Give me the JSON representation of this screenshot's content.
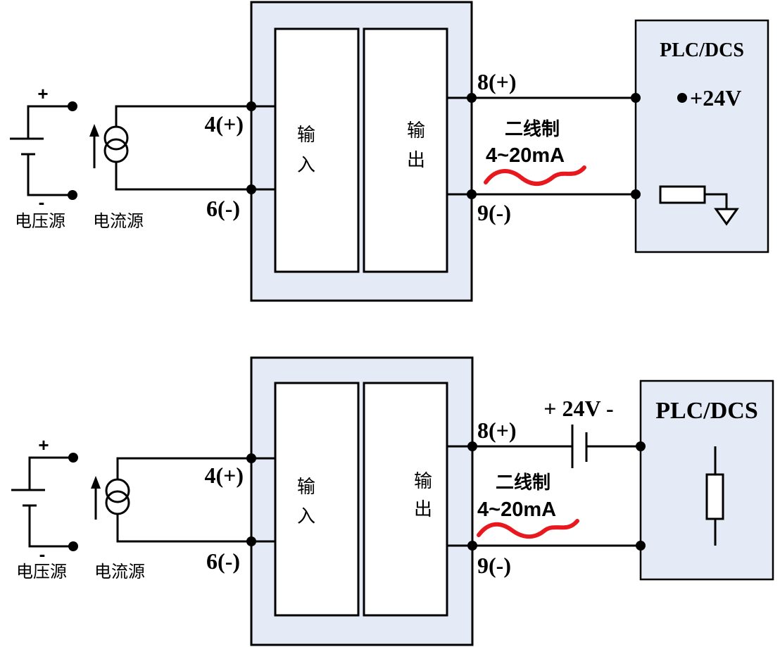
{
  "colors": {
    "module_fill": "#e4ebf6",
    "wave": "#e8191e",
    "line": "#000000"
  },
  "diagrams": [
    {
      "id": "top",
      "voltage_source": {
        "label": "电压源",
        "plus": "+",
        "minus": "-"
      },
      "current_source": {
        "label": "电流源"
      },
      "input_terminals": {
        "pos": "4(+)",
        "neg": "6(-)"
      },
      "module": {
        "input_label": [
          "输",
          "入"
        ],
        "output_label": [
          "输",
          "出"
        ]
      },
      "output_terminals": {
        "pos": "8(+)",
        "neg": "9(-)"
      },
      "loop_label": "二线制",
      "current_range": "4~20mA",
      "receiver": {
        "title": "PLC/DCS",
        "supply": "+24V",
        "load": "resistor-to-ground"
      }
    },
    {
      "id": "bottom",
      "voltage_source": {
        "label": "电压源",
        "plus": "+",
        "minus": "-"
      },
      "current_source": {
        "label": "电流源"
      },
      "input_terminals": {
        "pos": "4(+)",
        "neg": "6(-)"
      },
      "module": {
        "input_label": [
          "输",
          "入"
        ],
        "output_label": [
          "输",
          "出"
        ]
      },
      "output_terminals": {
        "pos": "8(+)",
        "neg": "9(-)"
      },
      "loop_label": "二线制",
      "current_range": "4~20mA",
      "external_supply": "+ 24V -",
      "receiver": {
        "title": "PLC/DCS",
        "load": "resistor"
      }
    }
  ]
}
